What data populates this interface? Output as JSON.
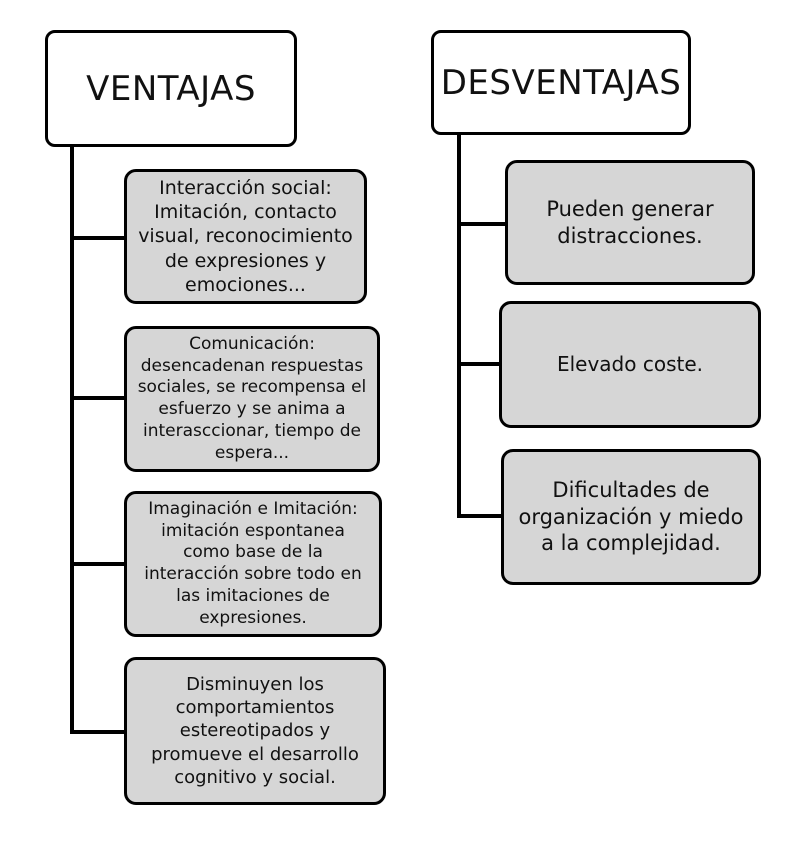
{
  "ventajas": {
    "title": "VENTAJAS",
    "items": [
      {
        "lines": [
          "Interacción social:",
          "Imitación, contacto",
          "visual, reconocimiento",
          "de expresiones y",
          "emociones..."
        ]
      },
      {
        "lines": [
          "Comunicación:",
          "desencadenan respuestas",
          "sociales, se recompensa el",
          "esfuerzo y se anima a",
          "interasccionar, tiempo de",
          "espera..."
        ]
      },
      {
        "lines": [
          "Imaginación e Imitación:",
          "imitación espontanea",
          "como base de la",
          "interacción sobre todo en",
          "las imitaciones de",
          "expresiones."
        ]
      },
      {
        "lines": [
          "Disminuyen los",
          "comportamientos",
          "estereotipados y",
          "promueve el desarrollo",
          "cognitivo y social."
        ]
      }
    ]
  },
  "desventajas": {
    "title": "DESVENTAJAS",
    "items": [
      {
        "lines": [
          "Pueden generar",
          "distracciones."
        ]
      },
      {
        "lines": [
          "Elevado coste."
        ]
      },
      {
        "lines": [
          "Dificultades de",
          "organización y miedo",
          "a la complejidad."
        ]
      }
    ]
  }
}
